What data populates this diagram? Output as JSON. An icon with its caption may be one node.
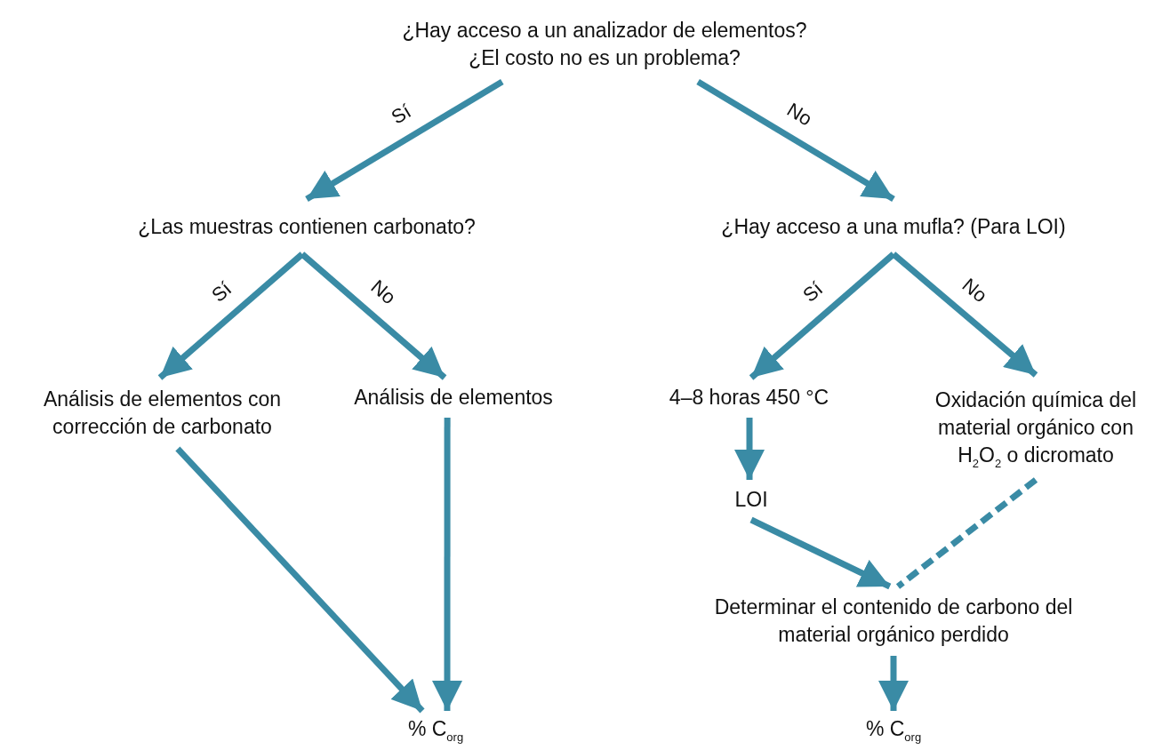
{
  "diagram": {
    "nodes": [
      {
        "text": [
          "¿Hay acceso a un analizador de elementos? ¿El costo no es un problema?"
        ]
      },
      {
        "text": [
          "¿Las muestras contienen carbonato?"
        ]
      },
      {
        "text": [
          "¿Hay acceso a una mufla? (Para LOI)"
        ]
      },
      {
        "text": [
          "Análisis de elementos con corrección de carbonato"
        ]
      },
      {
        "text": [
          "Análisis de elementos"
        ]
      },
      {
        "text": [
          "4–8 horas 450 °C"
        ]
      },
      {
        "text": [
          "Oxidación química del material orgánico con H$_{2}$O$_{2}$ o dicromato"
        ]
      },
      {
        "text": [
          "LOI"
        ]
      },
      {
        "text": [
          "Determinar el contenido de carbono del material orgánico perdido"
        ]
      },
      {
        "text": [
          "% C$_{org}$"
        ]
      },
      {
        "text": [
          "% C$_{org}$"
        ]
      }
    ],
    "edges": [
      {
        "from": 0,
        "to": 1,
        "arrow": "to",
        "label": "Sí"
      },
      {
        "from": 0,
        "to": 2,
        "arrow": "to",
        "label": "No"
      },
      {
        "from": 1,
        "to": 3,
        "arrow": "to",
        "label": "Sí"
      },
      {
        "from": 1,
        "to": 4,
        "arrow": "to",
        "label": "No"
      },
      {
        "from": 2,
        "to": 5,
        "arrow": "to",
        "label": "Sí"
      },
      {
        "from": 2,
        "to": 6,
        "arrow": "to",
        "label": "No"
      },
      {
        "from": 3,
        "to": 9,
        "arrow": "to"
      },
      {
        "from": 4,
        "to": 9,
        "arrow": "to"
      },
      {
        "from": 5,
        "to": 7,
        "arrow": "to"
      },
      {
        "from": 7,
        "to": 8,
        "arrow": "to"
      },
      {
        "from": 6,
        "to": 8,
        "arrow": "none",
        "style": "dashed"
      },
      {
        "from": 8,
        "to": 10,
        "arrow": "to"
      }
    ]
  }
}
